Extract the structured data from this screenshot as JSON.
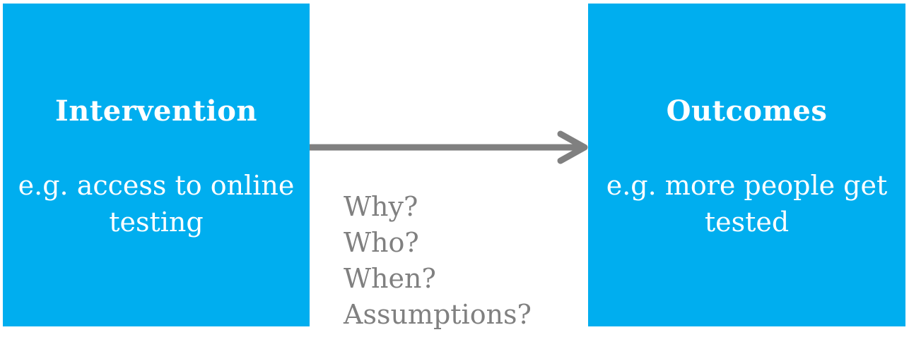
{
  "intervention": {
    "title": "Intervention",
    "example_lines": [
      "e.g. access to online",
      "testing"
    ]
  },
  "outcomes": {
    "title": "Outcomes",
    "example_lines": [
      "e.g. more people get",
      "tested"
    ]
  },
  "questions": [
    "Why?",
    "Who?",
    "When?",
    "Assumptions?"
  ],
  "colors": {
    "box_fill": "#00AEEF",
    "box_text": "#FFFFFF",
    "arrow": "#808080",
    "question_text": "#808080"
  }
}
